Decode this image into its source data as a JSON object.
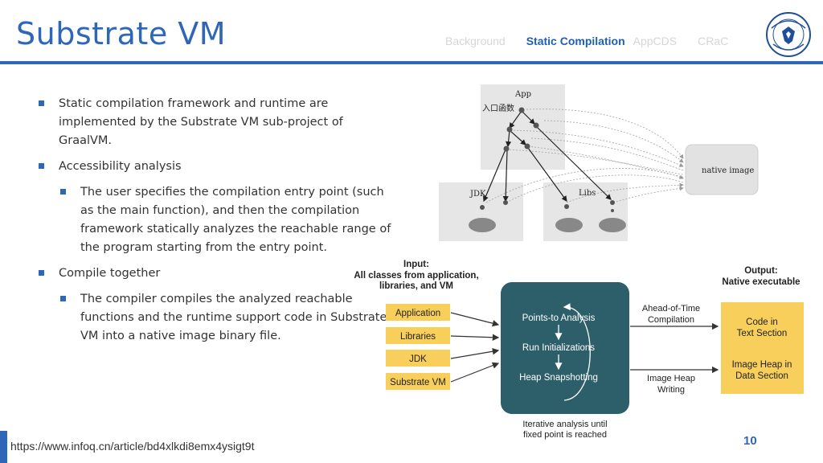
{
  "slide": {
    "title": "Substrate VM",
    "nav": [
      "Background",
      "Static Compilation",
      "AppCDS",
      "CRaC"
    ],
    "active_nav": "Static Compilation",
    "page_number": "10",
    "source_url": "https://www.infoq.cn/article/bd4xlkdi8emx4ysigt9t"
  },
  "bullets": [
    {
      "level": 1,
      "text": "Static compilation framework and runtime are implemented by the Substrate VM sub-project of GraalVM."
    },
    {
      "level": 1,
      "text": "Accessibility  analysis"
    },
    {
      "level": 2,
      "text": "The user specifies the compilation entry point (such as the main function), and then the compilation framework statically analyzes the reachable range of the program starting from the entry point."
    },
    {
      "level": 1,
      "text": "Compile together"
    },
    {
      "level": 2,
      "text": "The compiler compiles the analyzed reachable functions and the runtime support code in Substrate VM into a native image binary file."
    }
  ],
  "reachability_diagram": {
    "app_label": "App",
    "entry_label": "入口函数",
    "jdk_label": "JDK",
    "libs_label": "Libs",
    "native_image_label": "native image"
  },
  "pipeline_diagram": {
    "input_title": [
      "Input:",
      "All classes from application,",
      "libraries, and VM"
    ],
    "inputs": [
      "Application",
      "Libraries",
      "JDK",
      "Substrate VM"
    ],
    "steps": [
      "Points-to Analysis",
      "Run Initializations",
      "Heap Snapshotting"
    ],
    "loop_note": [
      "Iterative analysis until",
      "fixed point is reached"
    ],
    "aot_label": [
      "Ahead-of-Time",
      "Compilation"
    ],
    "heap_label": [
      "Image Heap",
      "Writing"
    ],
    "output_title": [
      "Output:",
      "Native executable"
    ],
    "outputs": [
      [
        "Code in",
        "Text Section"
      ],
      [
        "Image Heap in",
        "Data Section"
      ]
    ]
  },
  "colors": {
    "accent": "#2e66b8",
    "input_box": "#f7cf5a",
    "process_box": "#2d5f6a",
    "output_box": "#f7cf5a"
  }
}
